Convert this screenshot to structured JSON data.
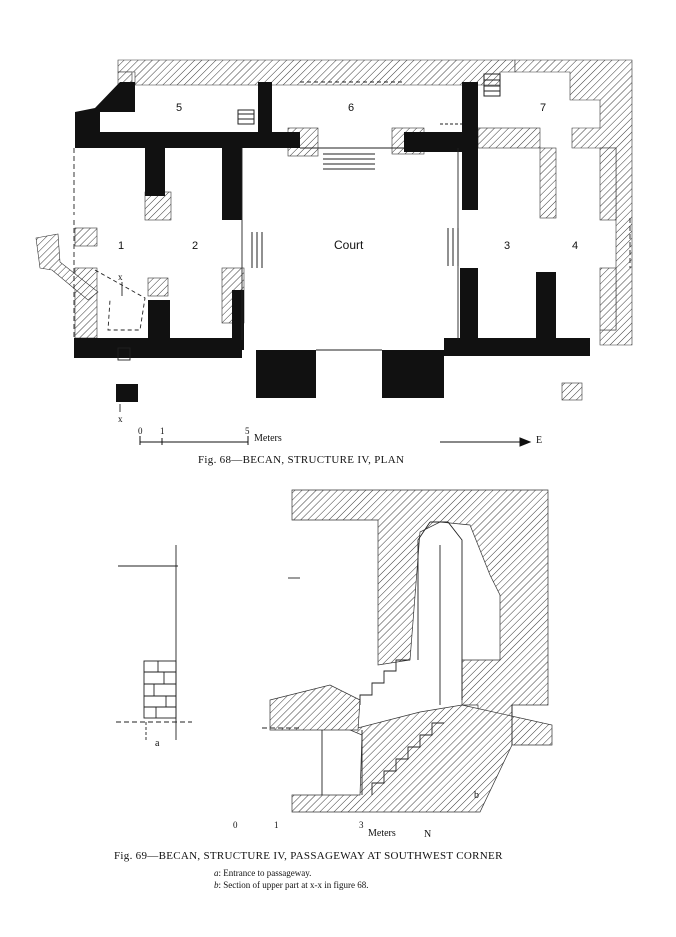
{
  "fig68": {
    "caption": "Fig. 68—BECAN, STRUCTURE IV, PLAN",
    "rooms": [
      "1",
      "2",
      "3",
      "4",
      "5",
      "6",
      "7"
    ],
    "court_label": "Court",
    "section_mark": "x",
    "scale_ticks": [
      "0",
      "1",
      "5"
    ],
    "scale_unit": "Meters",
    "north_label": "E"
  },
  "fig69": {
    "caption": "Fig. 69—BECAN, STRUCTURE IV, PASSAGEWAY AT SOUTHWEST CORNER",
    "label_a": "a",
    "label_b": "b",
    "scale_ticks": [
      "0",
      "1",
      "3"
    ],
    "scale_unit": "Meters",
    "north_label": "N",
    "legend": [
      {
        "key": "a",
        "text": ": Entrance to passageway."
      },
      {
        "key": "b",
        "text": ": Section of upper part at x-x in figure 68."
      }
    ]
  }
}
